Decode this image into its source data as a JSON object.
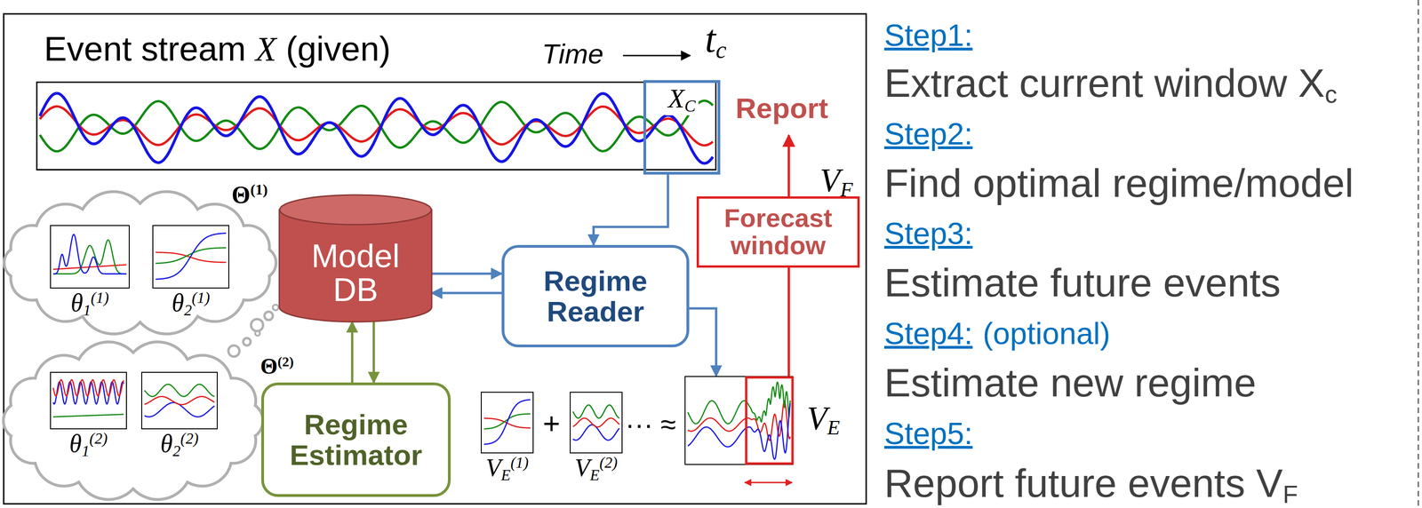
{
  "diagram": {
    "nodes": [
      {
        "text": [
          "Event stream X (given)"
        ]
      },
      {
        "text": [
          "XC"
        ],
        "in": 0
      },
      {
        "text": [
          "Θ(1)"
        ]
      },
      {
        "text": [
          "θ1(1)"
        ],
        "in": 2
      },
      {
        "text": [
          "θ2(1)"
        ],
        "in": 2
      },
      {
        "text": [
          "Θ(2)"
        ]
      },
      {
        "text": [
          "θ1(2)"
        ],
        "in": 5
      },
      {
        "text": [
          "θ2(2)"
        ],
        "in": 5
      },
      {
        "text": [
          "Model DB"
        ]
      },
      {
        "text": [
          "Regime Reader"
        ]
      },
      {
        "text": [
          "Regime Estimator"
        ]
      },
      {
        "text": [
          "Forecast window"
        ]
      },
      {
        "text": [
          "VE(1)"
        ]
      },
      {
        "text": [
          "VE(2)"
        ]
      },
      {
        "text": [
          "VE"
        ]
      }
    ],
    "edges": [
      {
        "from": 1,
        "to": 9,
        "arrow": "to"
      },
      {
        "from": 8,
        "to": 9,
        "arrow": "to"
      },
      {
        "from": 9,
        "to": 8,
        "arrow": "to"
      },
      {
        "from": 10,
        "to": 8,
        "arrow": "to"
      },
      {
        "from": 8,
        "to": 10,
        "arrow": "to"
      },
      {
        "from": 9,
        "to": 14,
        "arrow": "to"
      }
    ],
    "labels": [
      "Time",
      "tc",
      "Report",
      "VF",
      "+",
      "··· ≈",
      "Step1:",
      "Extract current window Xc",
      "Step2:",
      "Find optimal regime/model",
      "Step3:",
      "Estimate future events",
      "Step4:",
      "(optional)",
      "Estimate new regime",
      "Step5:",
      "Report future events VF"
    ]
  }
}
